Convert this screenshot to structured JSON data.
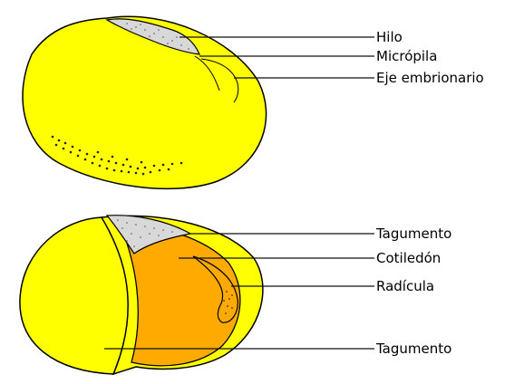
{
  "colors": {
    "seed_yellow": "#ffff00",
    "cotyledon_orange": "#ffaa00",
    "outline": "#000000",
    "hilum_speckle": "#c8c8c8"
  },
  "seed_intact": {
    "labels": {
      "hilo": "Hilo",
      "micropila": "Micrópila",
      "eje_embrionario": "Eje embrionario"
    }
  },
  "seed_opened": {
    "labels": {
      "tagumento_top": "Tagumento",
      "cotiledon": "Cotiledón",
      "radicula": "Radícula",
      "tagumento_bottom": "Tagumento"
    }
  }
}
